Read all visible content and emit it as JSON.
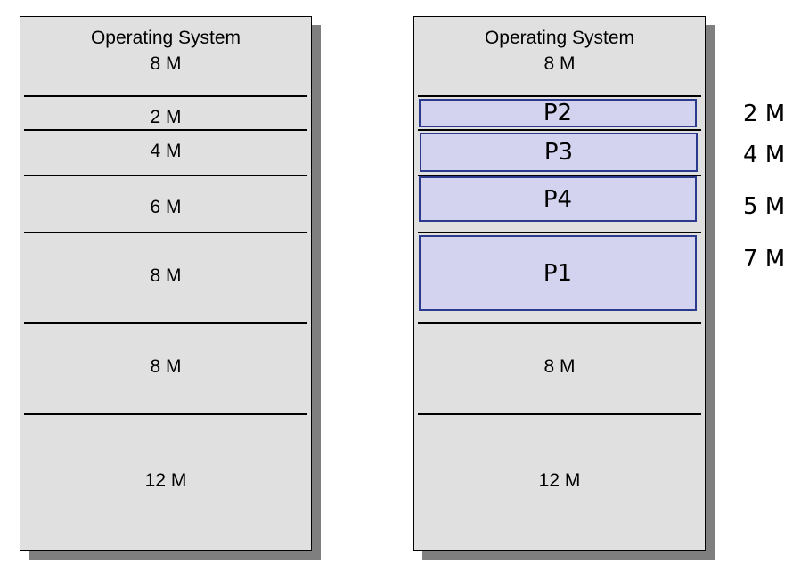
{
  "left_memory": {
    "os_title": "Operating System",
    "os_size": "8 M",
    "partitions": [
      "2 M",
      "4 M",
      "6 M",
      "8 M",
      "8 M",
      "12 M"
    ]
  },
  "right_memory": {
    "os_title": "Operating System",
    "os_size": "8 M",
    "processes": [
      {
        "name": "P2",
        "size": "2 M"
      },
      {
        "name": "P3",
        "size": "4 M"
      },
      {
        "name": "P4",
        "size": "5 M"
      },
      {
        "name": "P1",
        "size": "7 M"
      }
    ],
    "free_partitions": [
      "8 M",
      "12 M"
    ]
  },
  "colors": {
    "memory_fill": "#e0e0e0",
    "process_fill": "#d3d3f0",
    "process_border": "#2b3a8c",
    "shadow": "#7f7f7f"
  }
}
